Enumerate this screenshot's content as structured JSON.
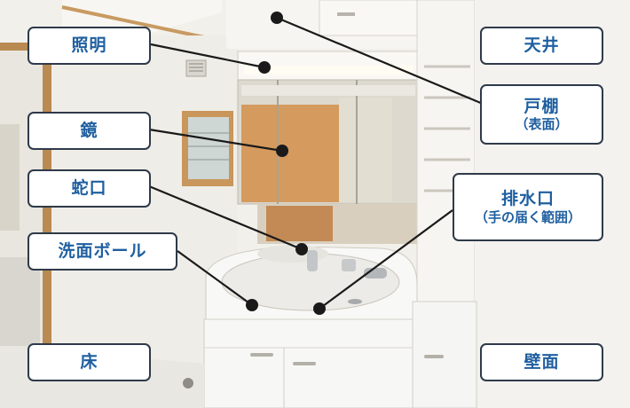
{
  "colors": {
    "label_text": "#1f5fa0",
    "label_border": "#2e3a4a",
    "pointer": "#1a1a1a"
  },
  "labels": {
    "lighting": {
      "text": "照明"
    },
    "mirror": {
      "text": "鏡"
    },
    "faucet": {
      "text": "蛇口"
    },
    "basin": {
      "text": "洗面ボール"
    },
    "floor": {
      "text": "床"
    },
    "ceiling": {
      "text": "天井"
    },
    "cabinet": {
      "text": "戸棚",
      "sub": "（表面）"
    },
    "drain": {
      "text": "排水口",
      "sub": "（手の届く範囲）"
    },
    "wall": {
      "text": "壁面"
    }
  }
}
